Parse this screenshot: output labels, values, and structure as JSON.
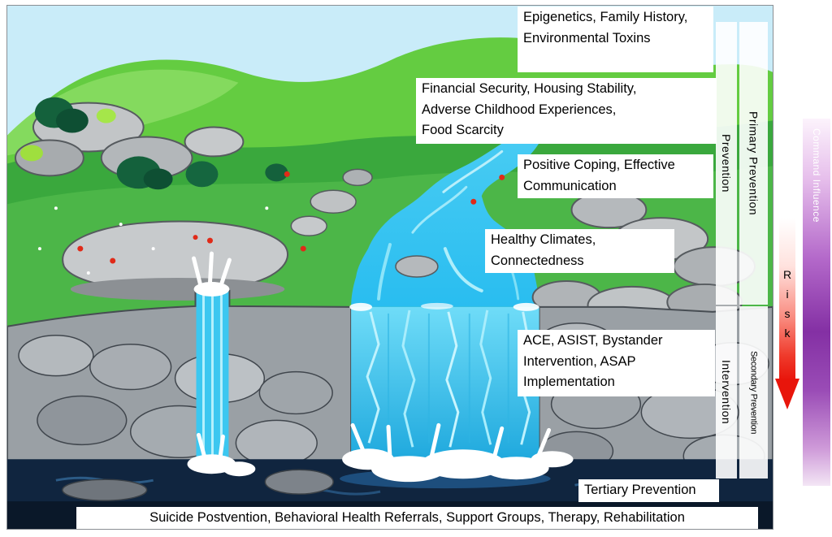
{
  "diagram": {
    "callouts": {
      "epigenetics": "Epigenetics, Family History, Environmental Toxins",
      "financial": "Financial Security, Housing Stability, Adverse Childhood Experiences, Food Scarcity",
      "coping": "Positive Coping, Effective Communication",
      "climates": "Healthy Climates, Connectedness",
      "programs": "ACE, ASIST, Bystander Intervention, ASAP Implementation",
      "tertiary": "Tertiary Prevention",
      "postvention": "Suicide Postvention, Behavioral Health Referrals, Support Groups, Therapy, Rehabilitation"
    },
    "stages": {
      "prevention": "Prevention",
      "primary": "Primary Prevention",
      "intervention": "Intervention",
      "secondary": "Secondary Prevention"
    },
    "risk": {
      "letters": [
        "R",
        "i",
        "s",
        "k"
      ]
    },
    "command_influence": "Command Influence",
    "colors": {
      "risk_red": "#e8150b",
      "command_purple": "#8430a4",
      "river_blue": "#33c4f0",
      "grass_green": "#4cb648",
      "pool_navy": "#10253f",
      "callout_bg": "#ffffff",
      "text": "#000000"
    }
  }
}
